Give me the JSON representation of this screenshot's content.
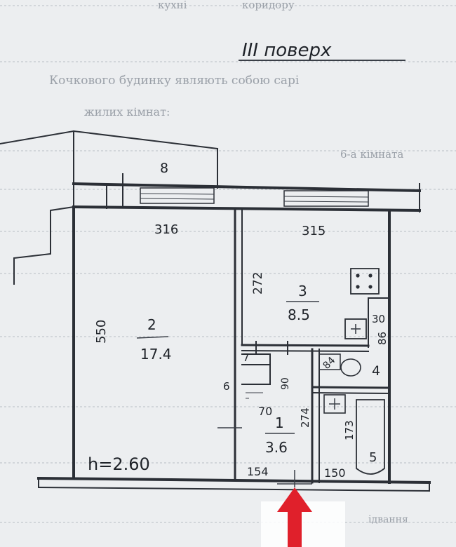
{
  "heading": "III поверх",
  "background_text": {
    "line1": "Кочкового будинку являють собою сарі",
    "line2": "жилих кімнат:",
    "line3": "6-а кімната",
    "line4": "кухні",
    "line5": "коридору",
    "line6": "ідвання"
  },
  "rooms": {
    "balcony_label": "8",
    "room2_number": "2",
    "room2_area": "17.4",
    "room3_number": "3",
    "room3_area": "8.5",
    "room1_number": "1",
    "room1_area": "3.6",
    "room4_number": "4",
    "room5_number": "5"
  },
  "dimensions": {
    "d316": "316",
    "d315": "315",
    "d550": "550",
    "d272": "272",
    "d30": "30",
    "d86": "86",
    "d7": "7",
    "d6": "6",
    "d90": "90",
    "d70": "70",
    "d274": "274",
    "d173": "173",
    "d154": "154",
    "d150": "150",
    "d84": "84"
  },
  "ceiling_height": "h=2.60",
  "colors": {
    "entrance_arrow": "#e0202b",
    "paper": "#eceef0",
    "ink": "#2b2f36"
  }
}
